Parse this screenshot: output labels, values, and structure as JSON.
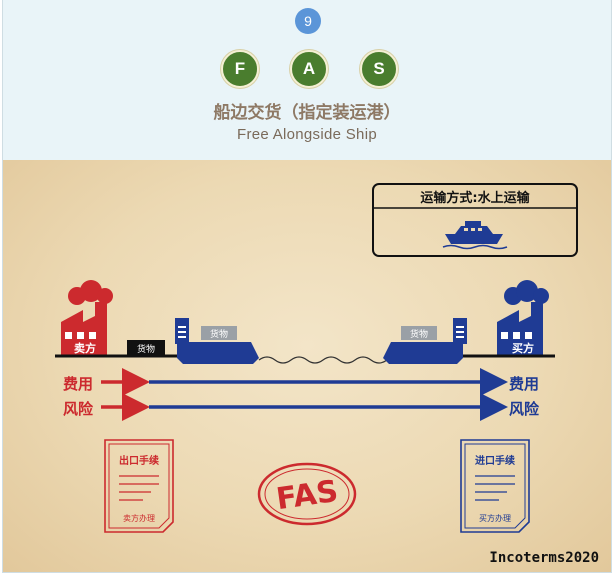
{
  "header": {
    "number": "9",
    "letters": [
      "F",
      "A",
      "S"
    ],
    "title_cn": "船边交货（指定装运港）",
    "title_en": "Free Alongside Ship"
  },
  "scene": {
    "transport_label": "运输方式:水上运输",
    "seller": "卖方",
    "buyer": "买方",
    "cargo": "货物",
    "ship_cargo_left": "货物",
    "ship_cargo_right": "货物",
    "cost_left": "费用",
    "cost_right": "费用",
    "risk_left": "风险",
    "risk_right": "风险",
    "export_doc_title": "出口手续",
    "export_doc_sub": "卖方办理",
    "import_doc_title": "进口手续",
    "import_doc_sub": "买方办理",
    "stamp": "FAS",
    "brand": "Incoterms2020"
  },
  "colors": {
    "red": "#cc2a2e",
    "blue": "#1f3b94",
    "green": "#4a7d2e",
    "badge_blue": "#5b95d8"
  }
}
